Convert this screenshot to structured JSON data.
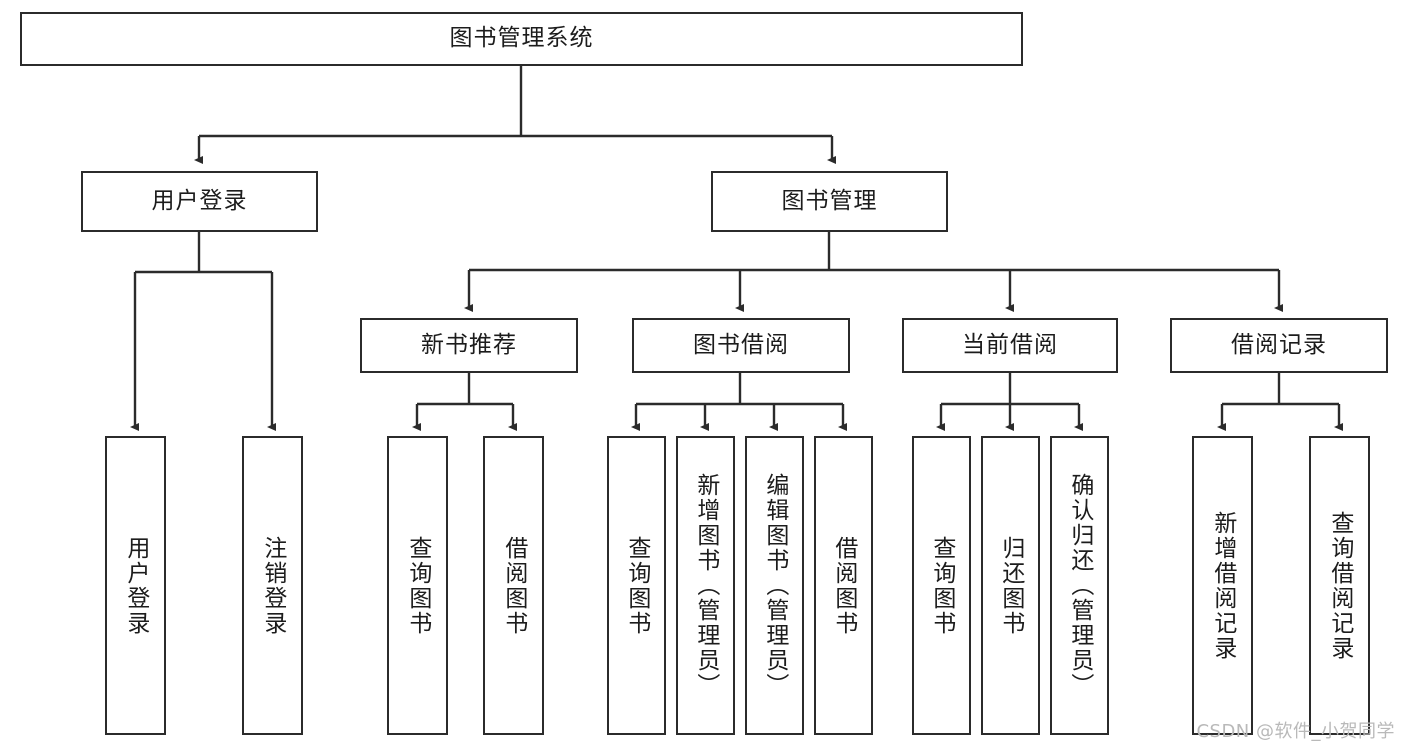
{
  "diagram": {
    "title": "图书管理系统",
    "watermark": "CSDN @软件_小贺同学",
    "colors": {
      "box_border": "#2b2b2b",
      "box_fill": "#ffffff",
      "connector": "#2b2b2b",
      "text": "#1c1c1c",
      "watermark": "#b9b9b9",
      "background": "#ffffff"
    },
    "root": {
      "label": "图书管理系统"
    },
    "level1": [
      {
        "label": "用户登录"
      },
      {
        "label": "图书管理"
      }
    ],
    "level2": [
      {
        "label": "新书推荐"
      },
      {
        "label": "图书借阅"
      },
      {
        "label": "当前借阅"
      },
      {
        "label": "借阅记录"
      }
    ],
    "leaves": {
      "user_login": [
        {
          "label": "用户登录"
        },
        {
          "label": "注销登录"
        }
      ],
      "new_book_recommend": [
        {
          "label": "查询图书"
        },
        {
          "label": "借阅图书"
        }
      ],
      "book_borrow": [
        {
          "label": "查询图书"
        },
        {
          "label": "新增图书（管理员）"
        },
        {
          "label": "编辑图书（管理员）"
        },
        {
          "label": "借阅图书"
        }
      ],
      "current_borrow": [
        {
          "label": "查询图书"
        },
        {
          "label": "归还图书"
        },
        {
          "label": "确认归还（管理员）"
        }
      ],
      "borrow_record": [
        {
          "label": "新增借阅记录"
        },
        {
          "label": "查询借阅记录"
        }
      ]
    }
  }
}
